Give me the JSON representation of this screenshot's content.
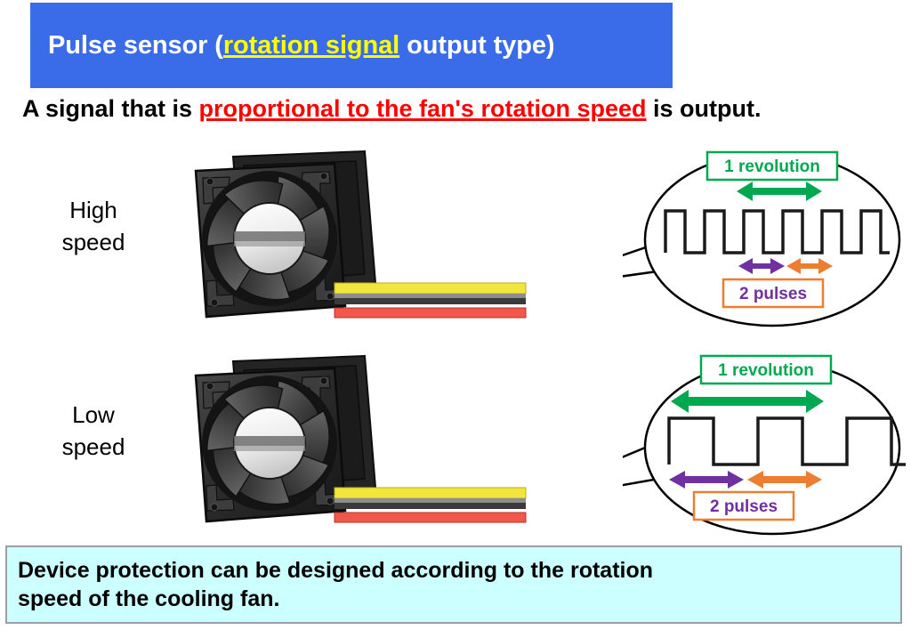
{
  "title": {
    "prefix": "Pulse sensor (",
    "highlight": "rotation signal",
    "suffix": " output type)",
    "full": "Pulse sensor (rotation signal output type)",
    "background_color": "#3A6BE8",
    "text_color": "#FFFFFF",
    "highlight_color": "#FFFF00"
  },
  "subtitle": {
    "prefix": "A signal that is ",
    "emphasis": "proportional to the fan's rotation speed",
    "suffix": " is output.",
    "full": "A signal that is proportional to the fan's rotation speed is output.",
    "emphasis_color": "#FF0000"
  },
  "rows": [
    {
      "speed_label_line1": "High",
      "speed_label_line2": "speed",
      "revolution_label": "1 revolution",
      "pulses_label": "2 pulses",
      "pulse_count": 6,
      "pulses_per_revolution": 2
    },
    {
      "speed_label_line1": "Low",
      "speed_label_line2": "speed",
      "revolution_label": "1 revolution",
      "pulses_label": "2 pulses",
      "pulse_count": 3,
      "pulses_per_revolution": 2
    }
  ],
  "wires": {
    "colors": [
      "#F2E53C",
      "#4D4D4D",
      "#F4564A"
    ],
    "names": [
      "yellow-wire",
      "black-wire",
      "red-wire"
    ]
  },
  "colors": {
    "green": "#00A94F",
    "purple": "#7030A0",
    "orange": "#ED7D31",
    "waveform": "#1A1A1A",
    "fan_body": "#2B2B2B",
    "footer_bg": "#CCFFFF"
  },
  "footer": {
    "line1": "Device protection can be designed according to the rotation",
    "line2": "speed of the cooling fan.",
    "full": "Device protection can be designed according to the rotation speed of the cooling fan."
  }
}
